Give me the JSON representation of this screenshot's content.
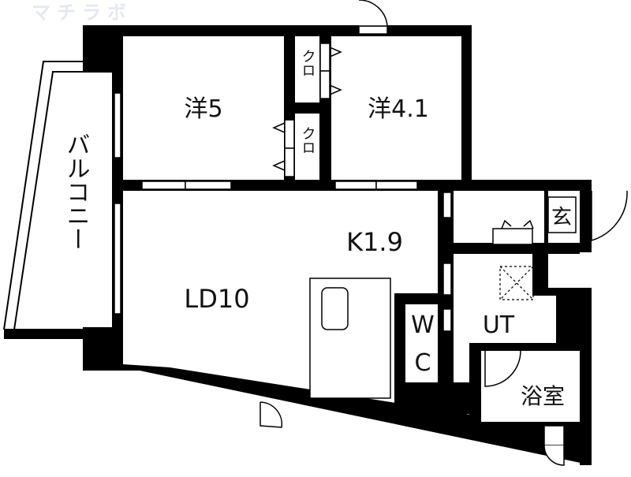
{
  "watermark": "マチラボ",
  "rooms": {
    "bedroom1": "洋5",
    "bedroom2": "洋4.1",
    "closet1": "クロ",
    "closet2": "クロ",
    "balcony": "バルコニー",
    "kitchen": "K1.9",
    "living_dining": "LD10",
    "wc_top": "W",
    "wc_bottom": "C",
    "utility": "UT",
    "bath": "浴室",
    "entrance": "玄"
  },
  "colors": {
    "wall": "#000000",
    "background": "#ffffff",
    "watermark": "#e4e8f2"
  }
}
